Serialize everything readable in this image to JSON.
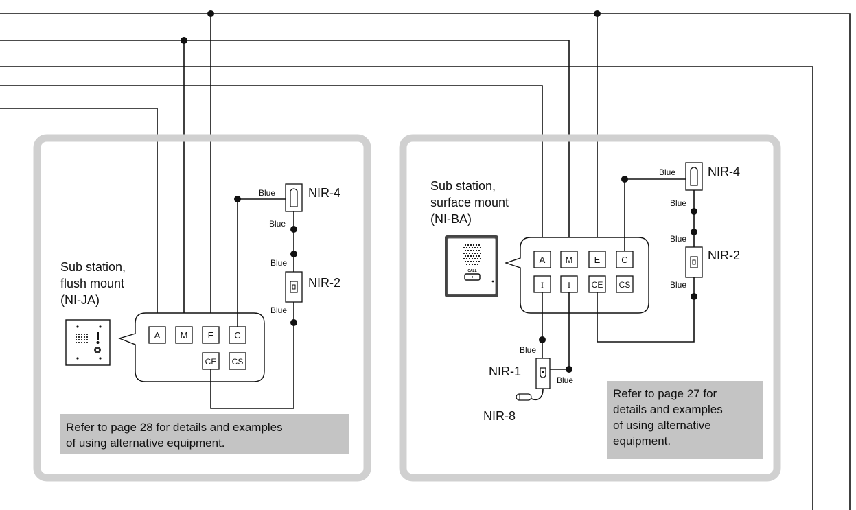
{
  "left_panel": {
    "station_caption": [
      "Sub station,",
      "flush mount",
      "(NI-JA)"
    ],
    "terminals_top": [
      "A",
      "M",
      "E",
      "C"
    ],
    "terminals_bottom": [
      "CE",
      "CS"
    ],
    "device_top": "NIR-4",
    "device_bottom": "NIR-2",
    "wire_color_labels": [
      "Blue",
      "Blue",
      "Blue",
      "Blue"
    ],
    "note": [
      "Refer to page 28 for details and examples",
      "of using alternative equipment."
    ]
  },
  "right_panel": {
    "station_caption": [
      "Sub station,",
      "surface mount",
      "(NI-BA)"
    ],
    "station_face_label": "CALL",
    "terminals_top": [
      "A",
      "M",
      "E",
      "C"
    ],
    "terminals_bottom": [
      "I",
      "I",
      "CE",
      "CS"
    ],
    "device_top": "NIR-4",
    "device_mid": "NIR-2",
    "device_call": "NIR-1",
    "device_handset": "NIR-8",
    "wire_color_labels": [
      "Blue",
      "Blue",
      "Blue",
      "Blue",
      "Blue",
      "Blue"
    ],
    "note": [
      "Refer to page 27 for",
      "details and examples",
      "of using alternative",
      "equipment."
    ]
  }
}
